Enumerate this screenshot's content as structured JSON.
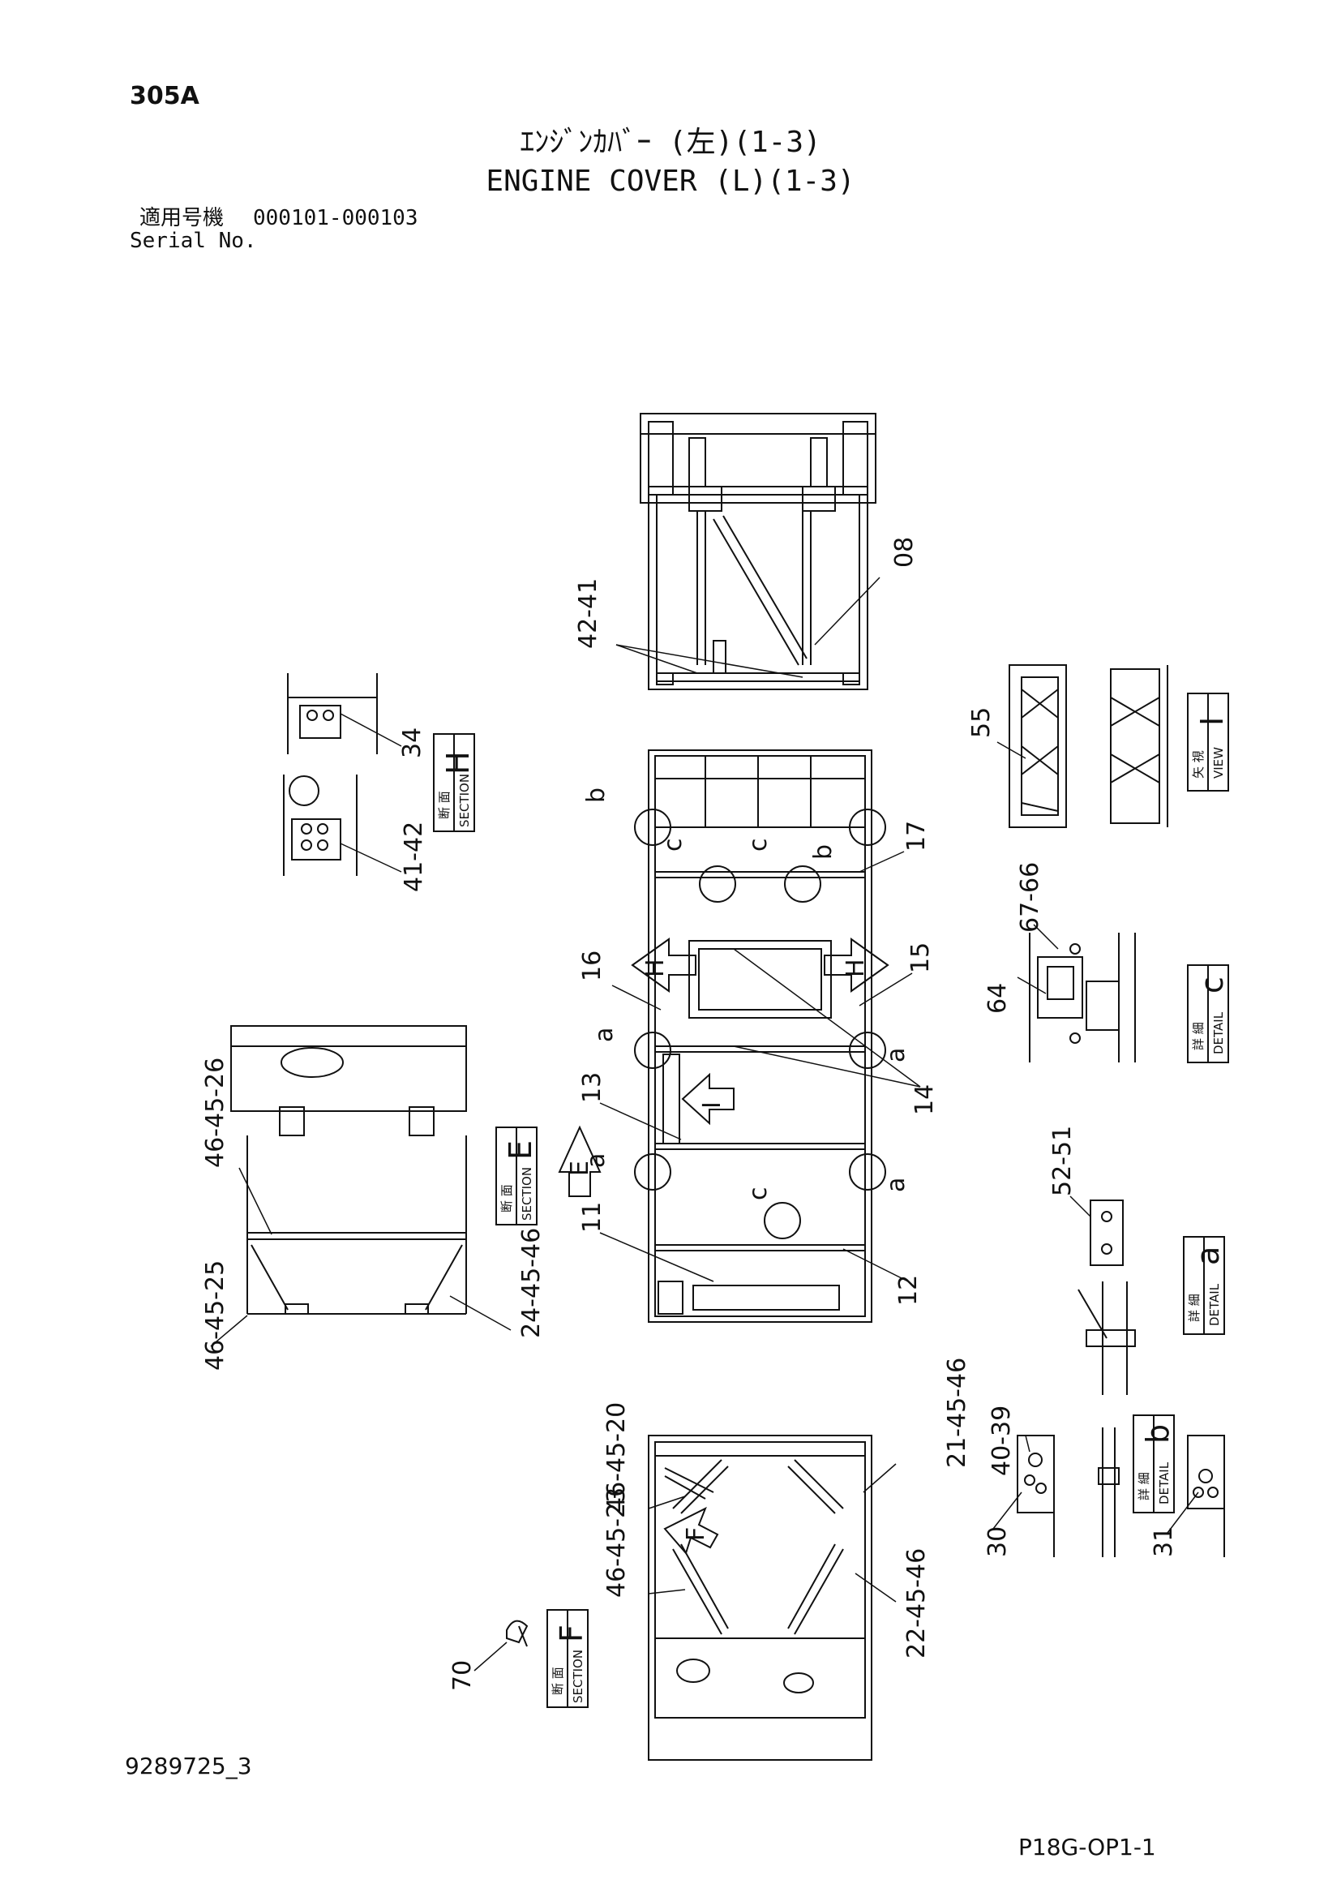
{
  "header": {
    "page_code": "305A",
    "title_jp": "ｴﾝｼﾞﾝｶﾊﾞｰ (左)(1-3)",
    "title_en": "ENGINE COVER (L)(1-3)",
    "serial_label_jp": "適用号機",
    "serial_range": "000101-000103",
    "serial_label_en": "Serial No."
  },
  "footer": {
    "document_number": "9289725_3",
    "page_reference": "P18G-OP1-1"
  },
  "callouts": {
    "c08": "08",
    "c41_42a": "42-41",
    "c34": "34",
    "c41_42b": "41-42",
    "c55": "55",
    "c17": "17",
    "c16": "16",
    "c15": "15",
    "c14": "14",
    "c13": "13",
    "c11": "11",
    "c12": "12",
    "c26": "46-45-26",
    "c25": "46-45-25",
    "c24": "24-45-46",
    "c66_67": "67-66",
    "c64": "64",
    "c51_52": "52-51",
    "c20": "46-45-20",
    "c21": "21-45-46",
    "c23": "46-45-23",
    "c22": "22-45-46",
    "c39_40": "40-39",
    "c30": "30",
    "c31": "31",
    "c70": "70"
  },
  "letters": {
    "a1": "a",
    "a2": "a",
    "a3": "a",
    "a4": "a",
    "b1": "b",
    "b2": "b",
    "c1": "c",
    "c2": "c",
    "c3": "c",
    "arrowH1": "H",
    "arrowH2": "H",
    "arrowI": "I",
    "arrowE": "E",
    "arrowF": "F"
  },
  "boxes": {
    "section_H": {
      "jp": "断 面",
      "en": "SECTION",
      "letter": "H"
    },
    "section_E": {
      "jp": "断 面",
      "en": "SECTION",
      "letter": "E"
    },
    "section_F": {
      "jp": "断 面",
      "en": "SECTION",
      "letter": "F"
    },
    "view_I": {
      "jp": "矢 視",
      "en": "VIEW",
      "letter": "I"
    },
    "detail_c": {
      "jp": "詳 細",
      "en": "DETAIL",
      "letter": "c"
    },
    "detail_a": {
      "jp": "詳 細",
      "en": "DETAIL",
      "letter": "a"
    },
    "detail_b": {
      "jp": "詳 細",
      "en": "DETAIL",
      "letter": "b"
    }
  }
}
